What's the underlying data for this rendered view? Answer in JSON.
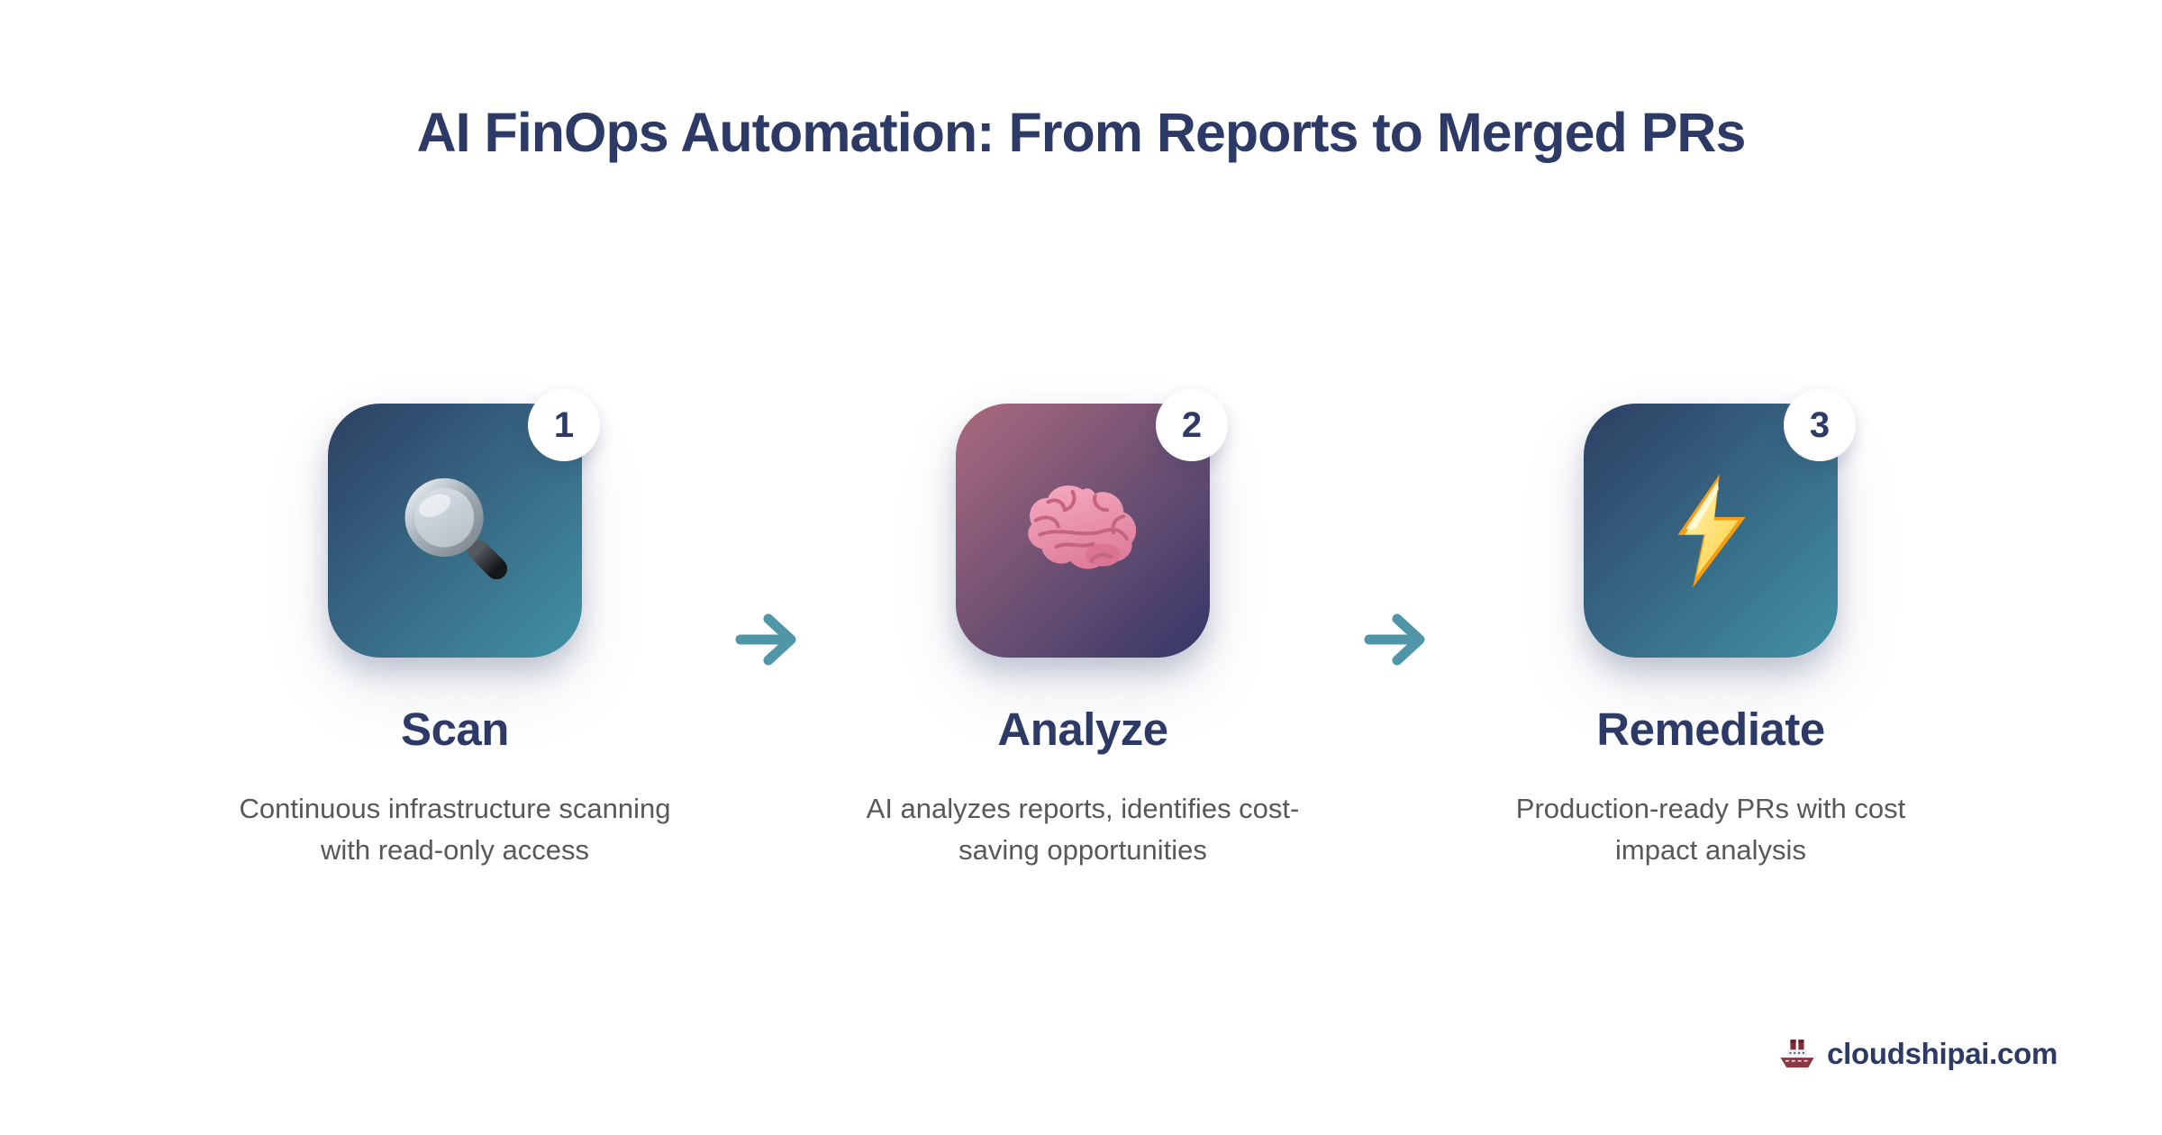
{
  "title": "AI FinOps Automation: From Reports to Merged PRs",
  "steps": [
    {
      "number": "1",
      "name": "Scan",
      "icon": "magnifying-glass-icon",
      "description_line1": "Continuous infrastructure scanning",
      "description_line2": "with read-only access"
    },
    {
      "number": "2",
      "name": "Analyze",
      "icon": "brain-icon",
      "description_line1": "AI analyzes reports, identifies cost-",
      "description_line2": "saving opportunities"
    },
    {
      "number": "3",
      "name": "Remediate",
      "icon": "lightning-bolt-icon",
      "description_line1": "Production-ready PRs with cost",
      "description_line2": "impact analysis"
    }
  ],
  "arrow_icon": "right-arrow-icon",
  "footer": {
    "icon": "ship-icon",
    "site": "cloudshipai.com"
  },
  "colors": {
    "background": "#ffffff",
    "title_text": "#2d3a66",
    "step_name_text": "#2d3a66",
    "description_text": "#57585c",
    "arrow": "#4f97a8",
    "badge_background": "#ffffff",
    "badge_text": "#2d3a66",
    "card_scan_gradient_start": "#2d3f63",
    "card_scan_gradient_end": "#4191a5",
    "card_analyze_gradient_start": "#ab6a7e",
    "card_analyze_gradient_end": "#333768",
    "card_remediate_gradient_start": "#2d3f63",
    "card_remediate_gradient_end": "#4191a5",
    "footer_text": "#2d3a66"
  }
}
